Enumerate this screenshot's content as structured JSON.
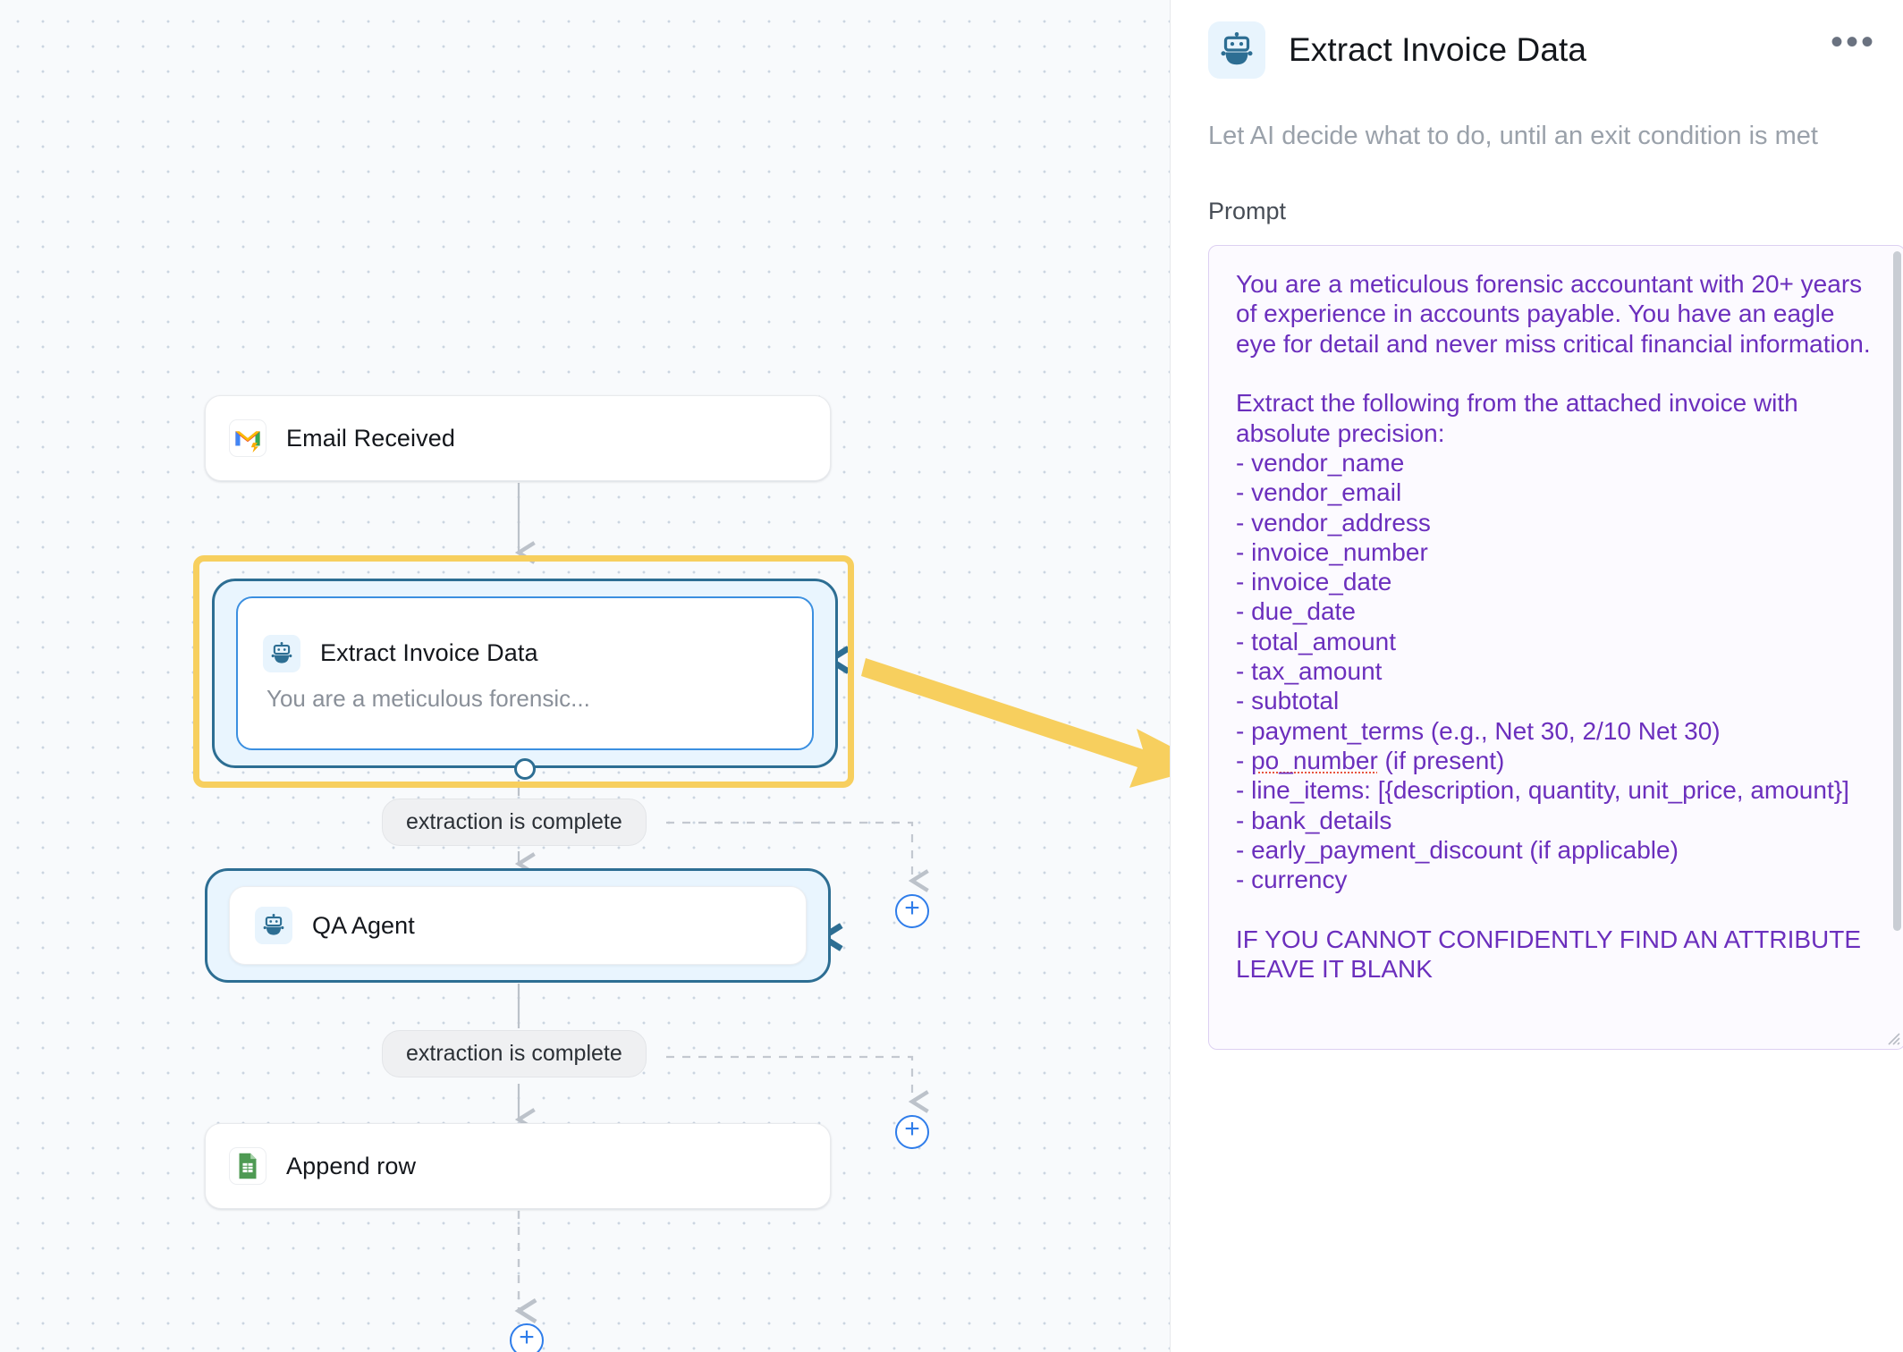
{
  "canvas": {
    "nodes": [
      {
        "id": "email",
        "label": "Email Received",
        "icon": "gmail-trigger-icon"
      },
      {
        "id": "extract",
        "label": "Extract Invoice Data",
        "subtitle": "You are a meticulous forensic...",
        "icon": "robot-icon"
      },
      {
        "id": "qa",
        "label": "QA Agent",
        "icon": "robot-icon"
      },
      {
        "id": "append",
        "label": "Append row",
        "icon": "google-sheets-icon"
      }
    ],
    "edge_labels": [
      "extraction is complete",
      "extraction is complete"
    ],
    "add_button_label": "+",
    "selection_color": "#f7cf5e",
    "agent_border_color": "#2d6e93",
    "agent_fill_color": "#e9f5fe",
    "accent_blue": "#2f7dea"
  },
  "panel": {
    "title": "Extract Invoice Data",
    "icon": "robot-icon",
    "menu_label": "•••",
    "description": "Let AI decide what to do, until an exit condition is met",
    "prompt_label": "Prompt",
    "prompt_color": "#6b2fbd",
    "prompt_bg": "#fcfaff",
    "prompt_value_head": "You are a meticulous forensic accountant with 20+ years of experience in accounts payable. You have an eagle eye for detail and never miss critical financial information.\n\nExtract the following from the attached invoice with absolute precision:\n- vendor_name\n- vendor_email\n- vendor_address\n- invoice_number\n- invoice_date\n- due_date\n- total_amount\n- tax_amount\n- subtotal\n- payment_terms (e.g., Net 30, 2/10 Net 30)\n- ",
    "prompt_misspelled": "po_number",
    "prompt_value_tail": " (if present)\n- line_items: [{description, quantity, unit_price, amount}]\n- bank_details\n- early_payment_discount (if applicable)\n- currency\n\nIF YOU CANNOT CONFIDENTLY FIND AN ATTRIBUTE LEAVE IT BLANK"
  }
}
